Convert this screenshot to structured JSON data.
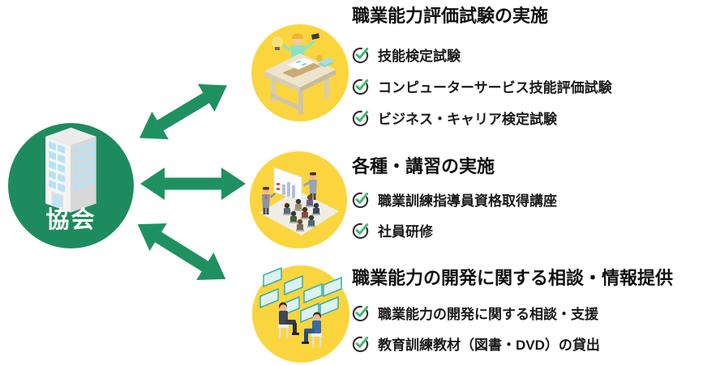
{
  "hub": {
    "label": "協会"
  },
  "colors": {
    "hub_green": "#1E8B5E",
    "arrow_green": "#1F9160",
    "illustration_yellow": "#FBD53E",
    "check_green": "#3CB878",
    "check_ring": "#352E29",
    "heading_text": "#111111",
    "item_text": "#1A1A1A"
  },
  "sections": [
    {
      "title": "職業能力評価試験の実施",
      "illustration": "worker-at-drafting-table",
      "items": [
        "技能検定試験",
        "コンピューターサービス技能評価試験",
        "ビジネス・キャリア検定試験"
      ]
    },
    {
      "title": "各種・講習の実施",
      "illustration": "lecture-classroom",
      "items": [
        "職業訓練指導員資格取得講座",
        "社員研修"
      ]
    },
    {
      "title": "職業能力の開発に関する相談・情報提供",
      "illustration": "consultation-interview",
      "items": [
        "職業能力の開発に関する相談・支援",
        "教育訓練教材（図書・DVD）の貸出"
      ]
    }
  ]
}
